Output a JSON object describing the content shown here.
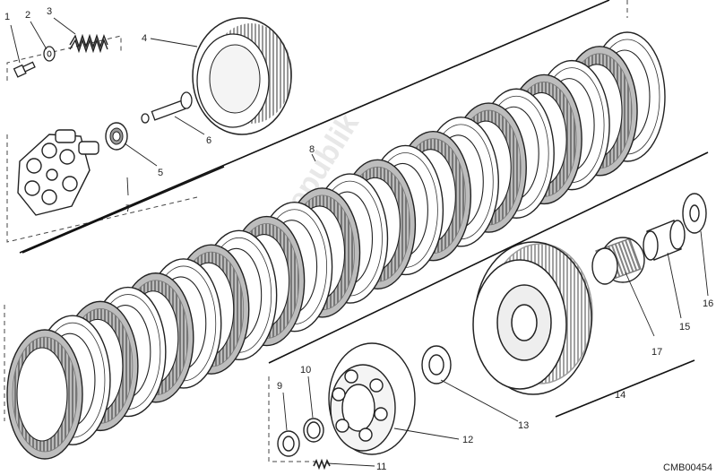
{
  "diagram": {
    "code": "CMB00454",
    "watermark": "PartsRepublik",
    "callouts": [
      {
        "id": "c1",
        "text": "1"
      },
      {
        "id": "c2",
        "text": "2"
      },
      {
        "id": "c3",
        "text": "3"
      },
      {
        "id": "c4",
        "text": "4"
      },
      {
        "id": "c5",
        "text": "5"
      },
      {
        "id": "c6",
        "text": "6"
      },
      {
        "id": "c7",
        "text": "7"
      },
      {
        "id": "c8",
        "text": "8"
      },
      {
        "id": "c9",
        "text": "9"
      },
      {
        "id": "c10",
        "text": "10"
      },
      {
        "id": "c11",
        "text": "11"
      },
      {
        "id": "c12",
        "text": "12"
      },
      {
        "id": "c13",
        "text": "13"
      },
      {
        "id": "c14",
        "text": "14"
      },
      {
        "id": "c15",
        "text": "15"
      },
      {
        "id": "c16",
        "text": "16"
      },
      {
        "id": "c17",
        "text": "17"
      }
    ]
  }
}
